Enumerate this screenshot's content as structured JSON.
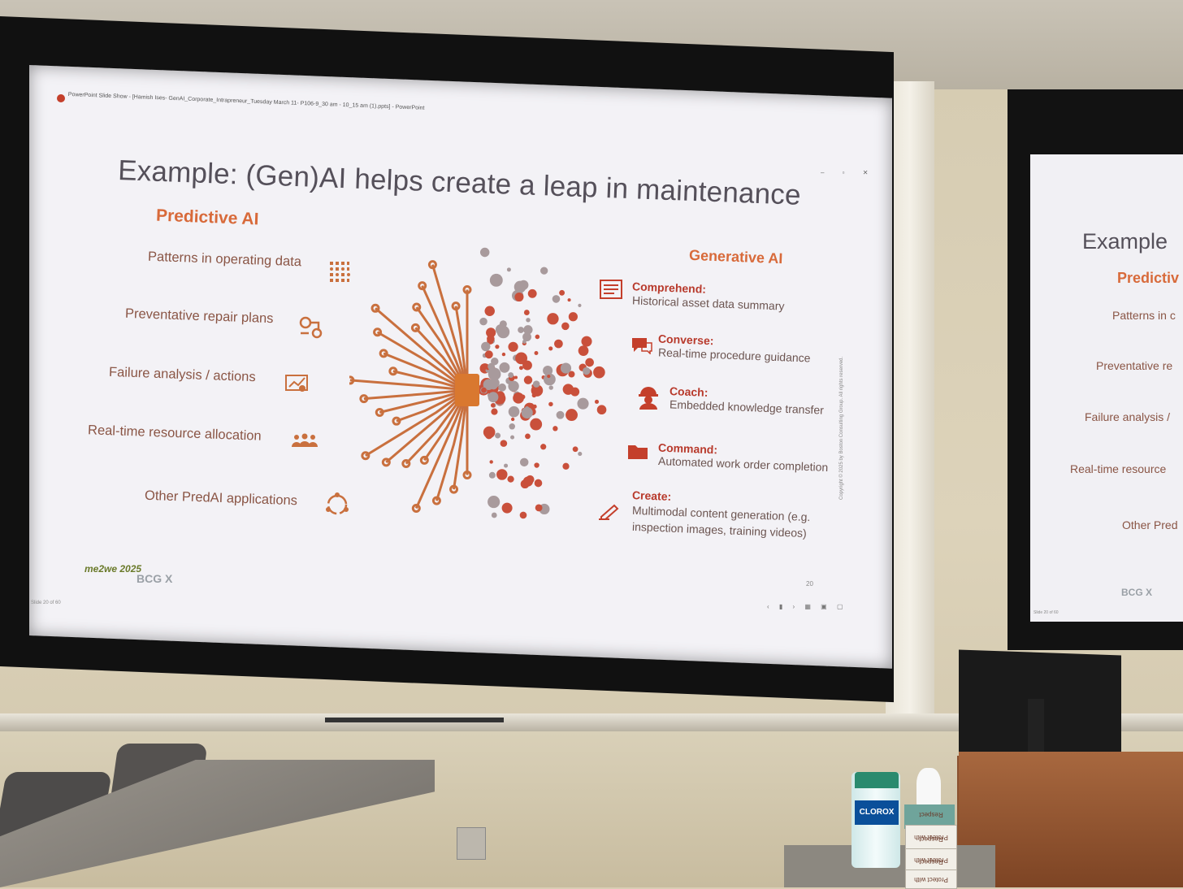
{
  "titlebar": {
    "text": "PowerPoint Slide Show - [Hamish Ises- GenAI_Corporate_Intrapreneur_Tuesday March 11- P106-9_30 am - 10_15 am (1).ppts] - PowerPoint"
  },
  "slide": {
    "title": "Example: (Gen)AI helps create a leap in maintenance",
    "predictive": {
      "heading": "Predictive AI",
      "items": [
        {
          "label": "Patterns in operating data",
          "icon": "data-grid-icon"
        },
        {
          "label": "Preventative repair plans",
          "icon": "repair-plan-icon"
        },
        {
          "label": "Failure analysis / actions",
          "icon": "analysis-chart-icon"
        },
        {
          "label": "Real-time resource allocation",
          "icon": "people-group-icon"
        },
        {
          "label": "Other PredAI applications",
          "icon": "cycle-icon"
        }
      ]
    },
    "generative": {
      "heading": "Generative AI",
      "items": [
        {
          "label": "Comprehend:",
          "desc": "Historical asset data summary",
          "icon": "document-icon"
        },
        {
          "label": "Converse:",
          "desc": "Real-time procedure guidance",
          "icon": "chat-icon"
        },
        {
          "label": "Coach:",
          "desc": "Embedded knowledge transfer",
          "icon": "worker-helmet-icon"
        },
        {
          "label": "Command:",
          "desc": "Automated work order completion",
          "icon": "folder-icon"
        },
        {
          "label": "Create:",
          "desc": "Multimodal content generation (e.g.",
          "desc2": "inspection images, training videos)",
          "icon": "pen-icon"
        }
      ]
    },
    "copyright": "Copyright © 2025 by Boston Consulting Group. All rights reserved.",
    "page_number": "20",
    "logo_event": "me2we 2025",
    "logo_brand": "BCG X",
    "statusbar": "Slide 20 of 60"
  },
  "right_slide": {
    "title_partial": "Example",
    "heading_partial": "Predictiv",
    "items_partial": [
      "Patterns in c",
      "Preventative re",
      "Failure analysis /",
      "Real-time resource",
      "Other Pred"
    ],
    "statusbar": "Slide 20 of 60",
    "logo_brand": "BCG X"
  },
  "props": {
    "clorox_label": "CLOROX",
    "glove_box": "Protect with Respect"
  },
  "colors": {
    "accent": "#d86a3a",
    "circuit": "#c9703e",
    "paisley": "#b83a2c"
  }
}
